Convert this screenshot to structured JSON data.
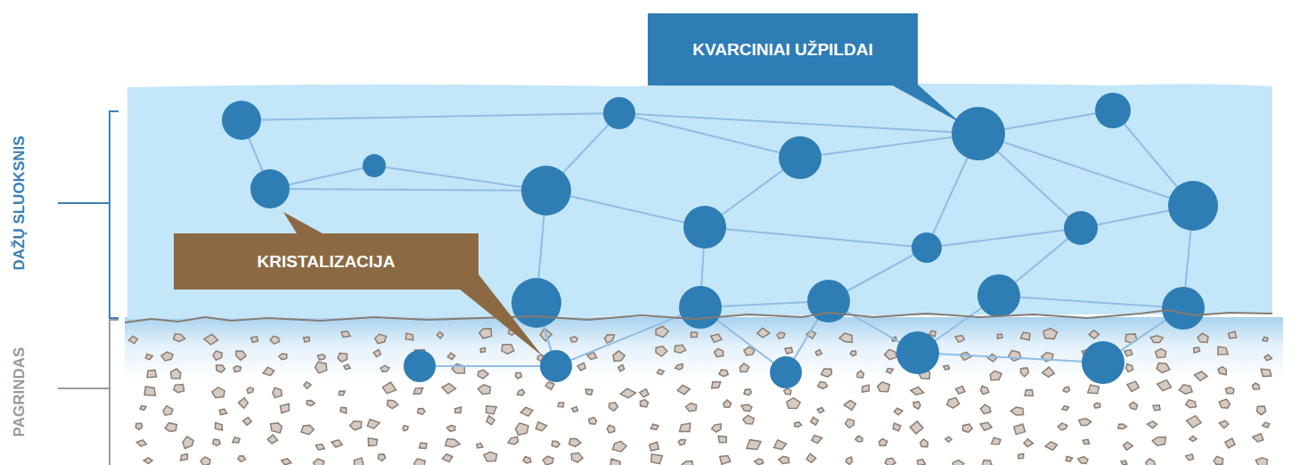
{
  "diagram": {
    "nodes": [
      {
        "text": [
          "KVARCINIAI UŽPILDAI"
        ]
      },
      {
        "text": [
          "KRISTALIZACIJA"
        ]
      }
    ],
    "labels": [
      "DAŽŲ SLUOKSNIS",
      "PAGRINDAS"
    ]
  }
}
